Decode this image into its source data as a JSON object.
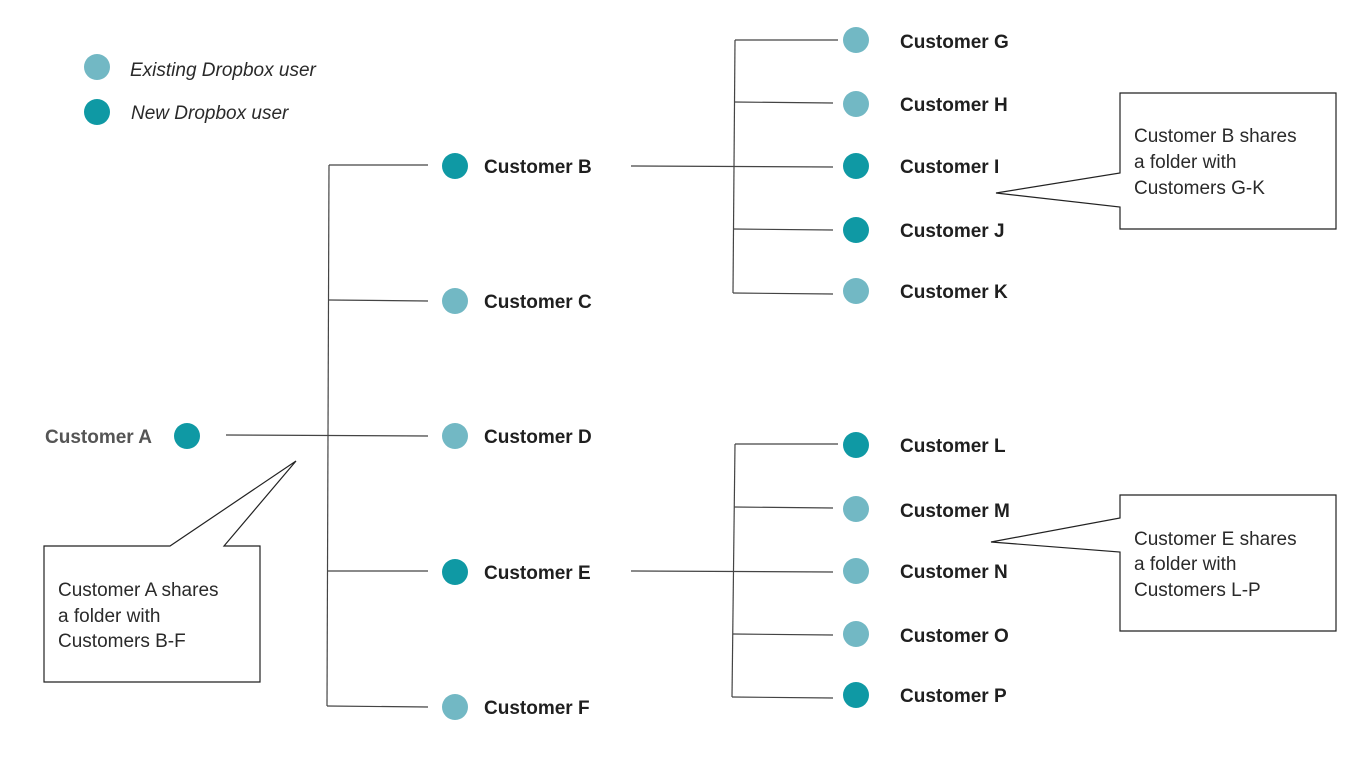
{
  "colors": {
    "existing": "#72b8c4",
    "new": "#0f99a4"
  },
  "legend": [
    {
      "label": "Existing Dropbox user",
      "status": "existing"
    },
    {
      "label": "New Dropbox user",
      "status": "new"
    }
  ],
  "root": {
    "label": "Customer A",
    "status": "new"
  },
  "level1": [
    {
      "label": "Customer B",
      "status": "new"
    },
    {
      "label": "Customer C",
      "status": "existing"
    },
    {
      "label": "Customer D",
      "status": "existing"
    },
    {
      "label": "Customer E",
      "status": "new"
    },
    {
      "label": "Customer F",
      "status": "existing"
    }
  ],
  "group_b": [
    {
      "label": "Customer G",
      "status": "existing"
    },
    {
      "label": "Customer H",
      "status": "existing"
    },
    {
      "label": "Customer I",
      "status": "new"
    },
    {
      "label": "Customer J",
      "status": "new"
    },
    {
      "label": "Customer K",
      "status": "existing"
    }
  ],
  "group_e": [
    {
      "label": "Customer L",
      "status": "new"
    },
    {
      "label": "Customer M",
      "status": "existing"
    },
    {
      "label": "Customer N",
      "status": "existing"
    },
    {
      "label": "Customer O",
      "status": "existing"
    },
    {
      "label": "Customer P",
      "status": "new"
    }
  ],
  "callouts": {
    "a": [
      "Customer A shares",
      "a folder with",
      "Customers B-F"
    ],
    "b": [
      "Customer B shares",
      "a folder with",
      "Customers G-K"
    ],
    "e": [
      "Customer E shares",
      "a folder with",
      "Customers L-P"
    ]
  }
}
